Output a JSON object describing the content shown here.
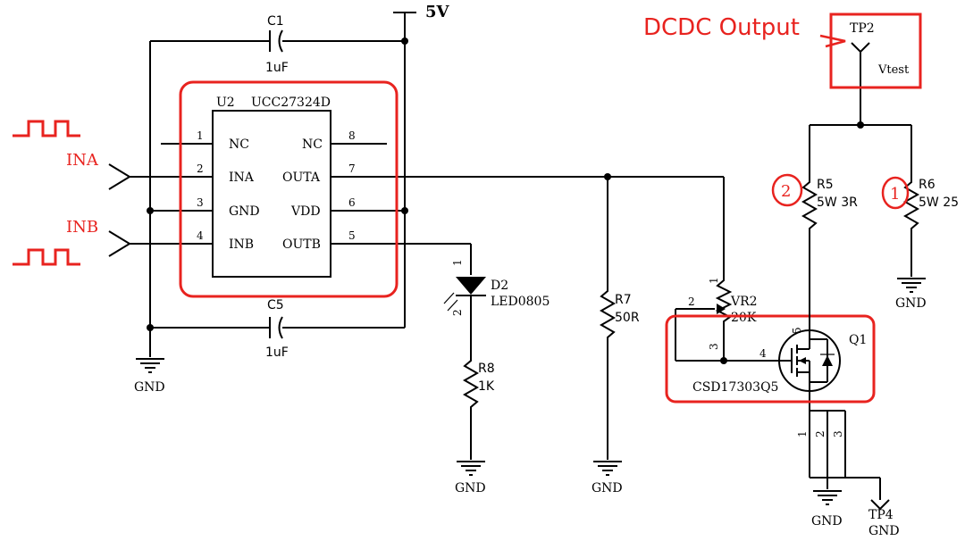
{
  "power": {
    "vcc_label": "5V"
  },
  "annotations": {
    "dcdc_output": "DCDC Output",
    "ina": "INA",
    "inb": "INB",
    "mark_r5": "2",
    "mark_r6": "1"
  },
  "ic": {
    "ref": "U2",
    "part": "UCC27324D",
    "left_pins": [
      {
        "num": "1",
        "name": "NC"
      },
      {
        "num": "2",
        "name": "INA"
      },
      {
        "num": "3",
        "name": "GND"
      },
      {
        "num": "4",
        "name": "INB"
      }
    ],
    "right_pins": [
      {
        "num": "8",
        "name": "NC"
      },
      {
        "num": "7",
        "name": "OUTA"
      },
      {
        "num": "6",
        "name": "VDD"
      },
      {
        "num": "5",
        "name": "OUTB"
      }
    ]
  },
  "c1": {
    "ref": "C1",
    "value": "1uF"
  },
  "c5": {
    "ref": "C5",
    "value": "1uF"
  },
  "d2": {
    "ref": "D2",
    "value": "LED0805",
    "pin1": "1",
    "pin2": "2"
  },
  "r8": {
    "ref": "R8",
    "value": "1K"
  },
  "r7": {
    "ref": "R7",
    "value": "50R"
  },
  "vr2": {
    "ref": "VR2",
    "value": "20K",
    "pin1": "1",
    "pin2": "2",
    "pin3": "3"
  },
  "q1": {
    "ref": "Q1",
    "part": "CSD17303Q5",
    "gate_pin": "4",
    "drain_pin": "5"
  },
  "r5": {
    "ref": "R5",
    "value": "5W 3R"
  },
  "r6": {
    "ref": "R6",
    "value": "5W 25"
  },
  "tp2": {
    "ref": "TP2",
    "net": "Vtest"
  },
  "tp4": {
    "ref": "TP4",
    "net": "GND"
  },
  "source_pins": [
    "1",
    "2",
    "3"
  ],
  "gnd_label": "GND"
}
